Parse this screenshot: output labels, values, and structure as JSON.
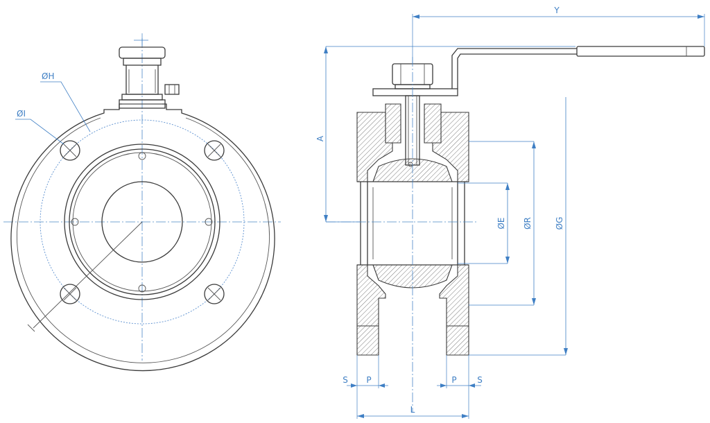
{
  "labels": {
    "dia_H": "ØH",
    "dia_I": "ØI",
    "A": "A",
    "Y": "Y",
    "dia_E": "ØE",
    "dia_R": "ØR",
    "dia_G": "ØG",
    "S_left": "S",
    "P_left": "P",
    "P_right": "P",
    "S_right": "S",
    "L": "L"
  },
  "colors": {
    "dimension": "#3f7fc4",
    "outline": "#3a3a3a"
  }
}
